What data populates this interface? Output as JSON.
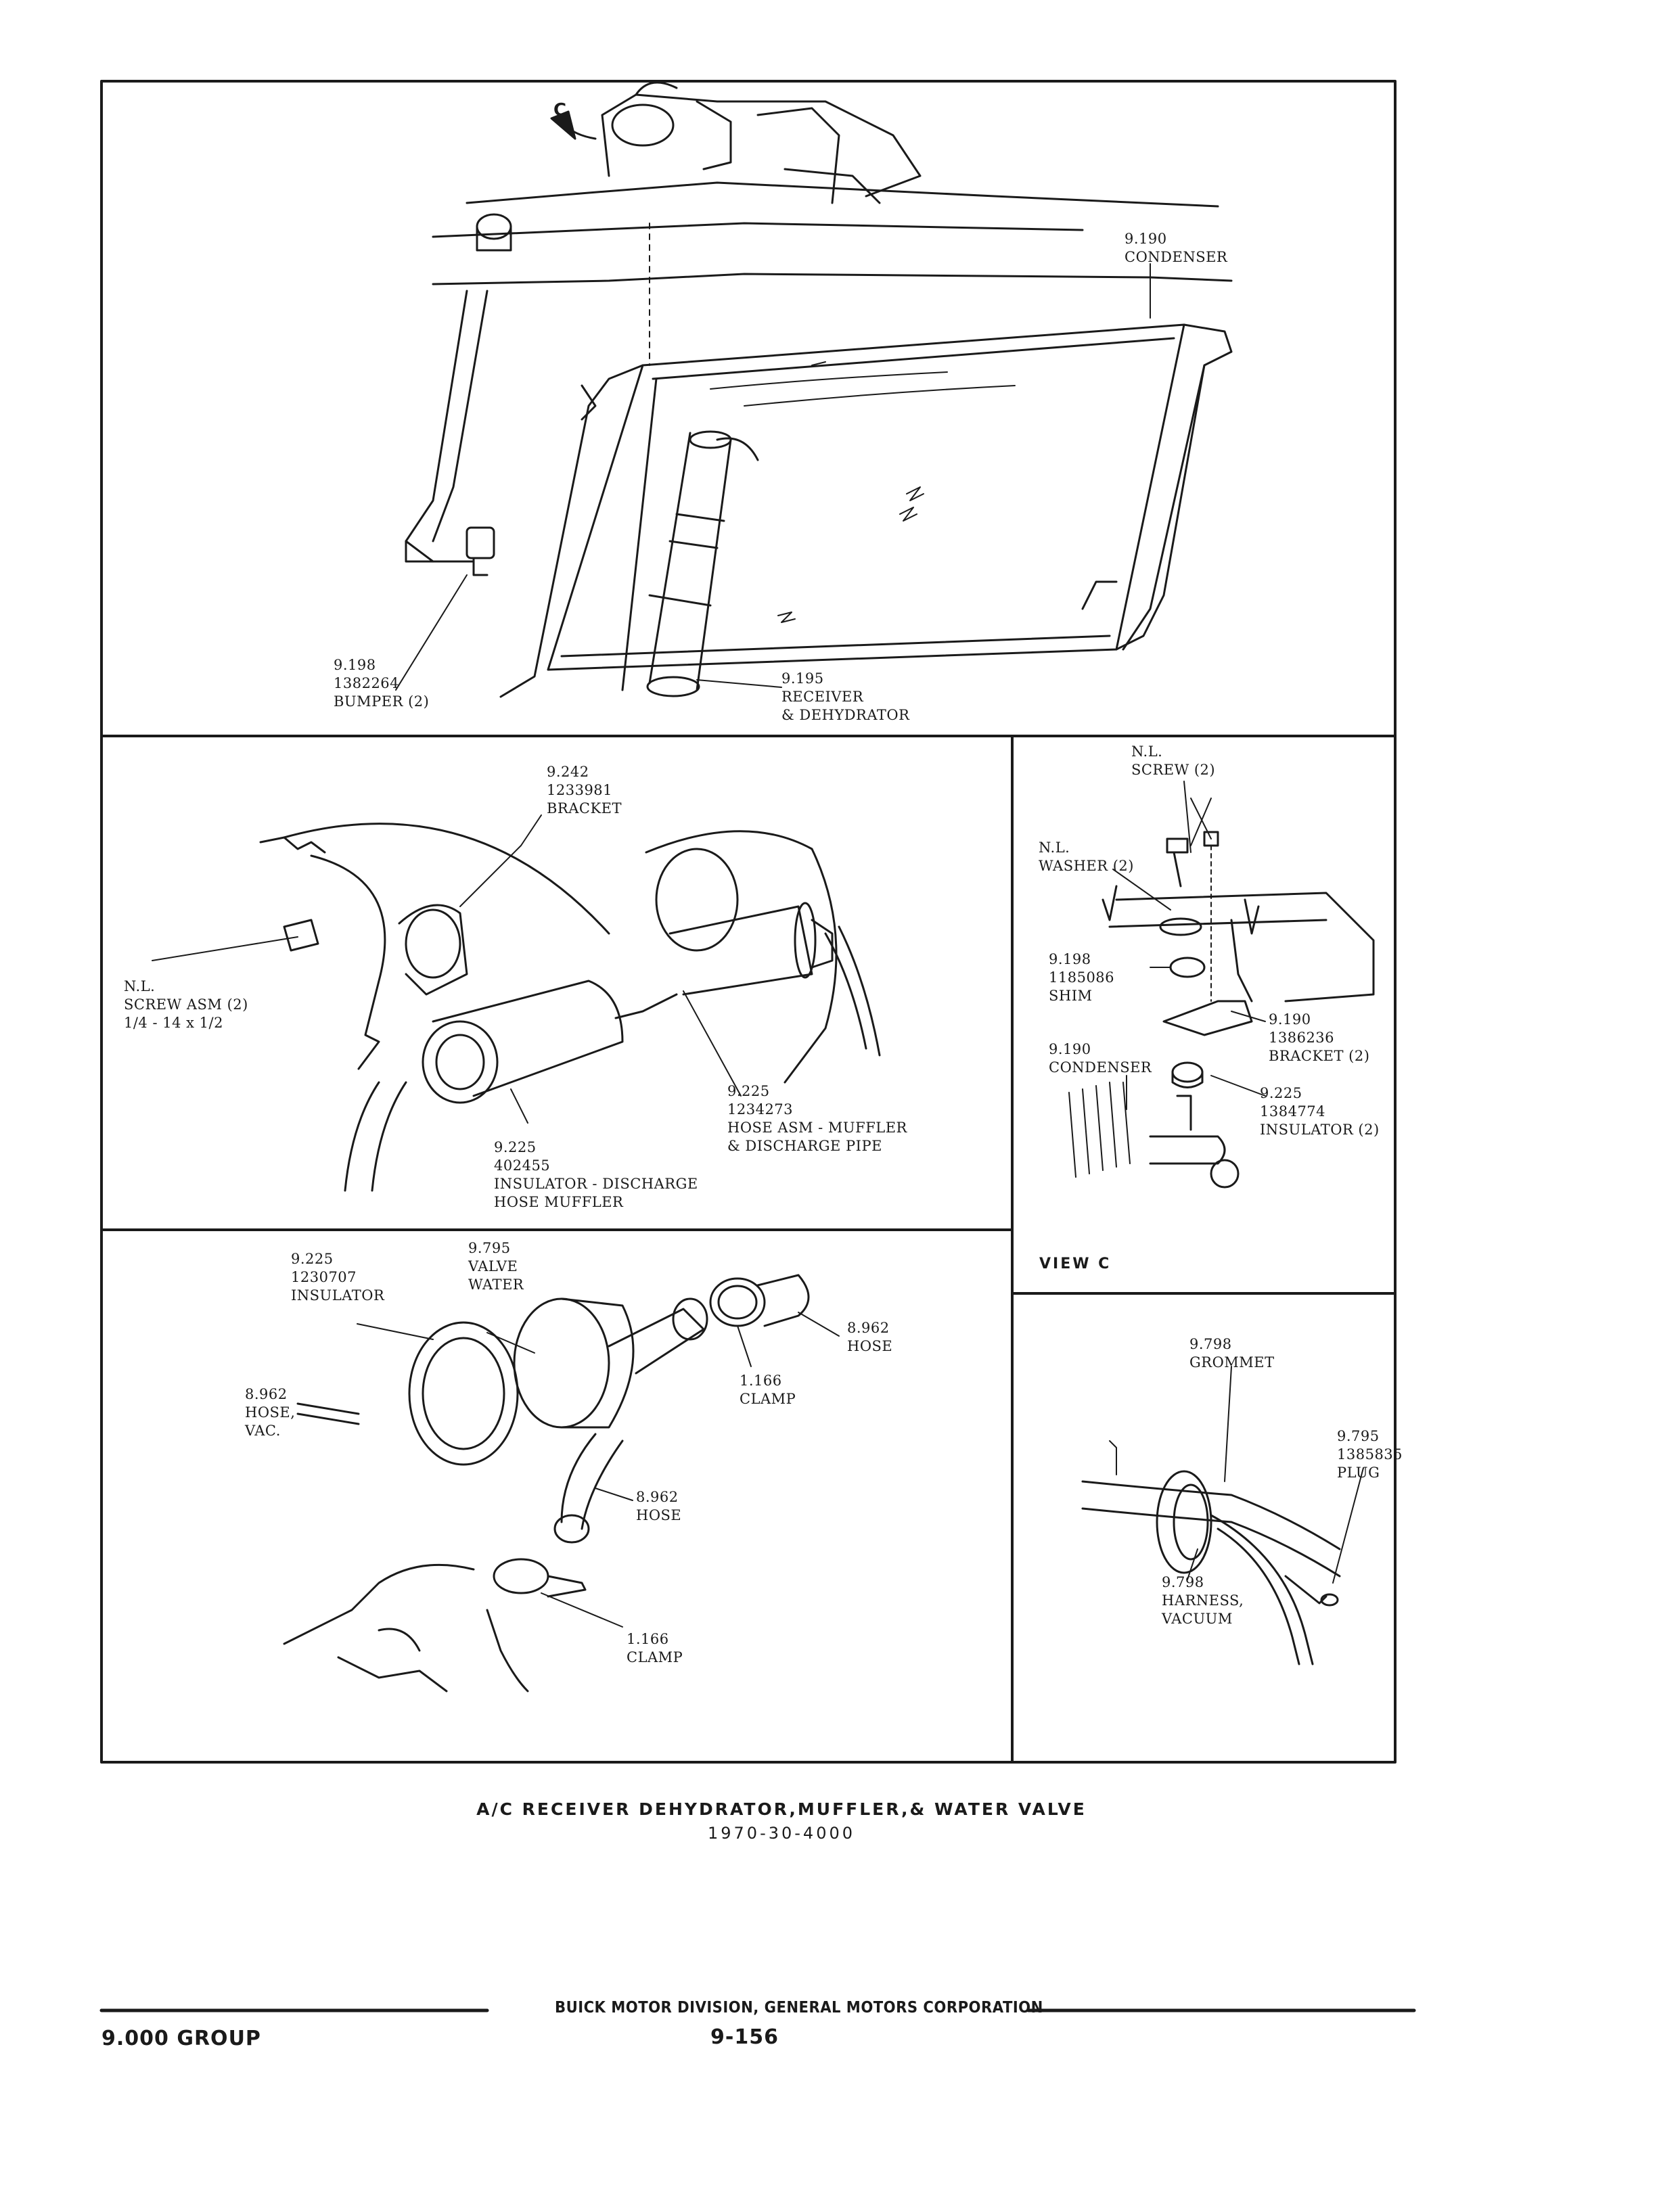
{
  "labels": {
    "condenser_top": {
      "ref": "9.190",
      "name": "CONDENSER"
    },
    "bumper": {
      "ref": "9.198",
      "part": "1382264",
      "name": "BUMPER (2)"
    },
    "receiver": {
      "ref": "9.195",
      "name1": "RECEIVER",
      "name2": "& DEHYDRATOR"
    },
    "bracket_242": {
      "ref": "9.242",
      "part": "1233981",
      "name": "BRACKET"
    },
    "screw_asm": {
      "ref": "N.L.",
      "name": "SCREW ASM (2)",
      "size": "1/4 - 14 x 1/2"
    },
    "hose_asm": {
      "ref": "9.225",
      "part": "1234273",
      "name1": "HOSE ASM - MUFFLER",
      "name2": "& DISCHARGE PIPE"
    },
    "insulator_discharge": {
      "ref": "9.225",
      "part": "402455",
      "name1": "INSULATOR - DISCHARGE",
      "name2": "HOSE MUFFLER"
    },
    "view_c_screw": {
      "ref": "N.L.",
      "name": "SCREW (2)"
    },
    "view_c_washer": {
      "ref": "N.L.",
      "name": "WASHER (2)"
    },
    "view_c_shim": {
      "ref": "9.198",
      "part": "1185086",
      "name": "SHIM"
    },
    "view_c_bracket": {
      "ref": "9.190",
      "part": "1386236",
      "name": "BRACKET (2)"
    },
    "view_c_condenser": {
      "ref": "9.190",
      "name": "CONDENSER"
    },
    "view_c_insulator": {
      "ref": "9.225",
      "part": "1384774",
      "name": "INSULATOR (2)"
    },
    "view_c_title": "VIEW C",
    "insulator_1230707": {
      "ref": "9.225",
      "part": "1230707",
      "name": "INSULATOR"
    },
    "valve_water": {
      "ref": "9.795",
      "name1": "VALVE",
      "name2": "WATER"
    },
    "hose_top": {
      "ref": "8.962",
      "name": "HOSE"
    },
    "clamp_top": {
      "ref": "1.166",
      "name": "CLAMP"
    },
    "hose_vac": {
      "ref": "8.962",
      "name1": "HOSE,",
      "name2": "VAC."
    },
    "hose_mid": {
      "ref": "8.962",
      "name": "HOSE"
    },
    "clamp_bottom": {
      "ref": "1.166",
      "name": "CLAMP"
    },
    "grommet": {
      "ref": "9.798",
      "name": "GROMMET"
    },
    "plug": {
      "ref": "9.795",
      "part": "1385835",
      "name": "PLUG"
    },
    "harness": {
      "ref": "9.798",
      "name1": "HARNESS,",
      "name2": "VACUUM"
    },
    "callout_c": "C"
  },
  "caption": {
    "title": "A/C RECEIVER DEHYDRATOR,MUFFLER,& WATER VALVE",
    "code": "1970-30-4000"
  },
  "footer": {
    "corporation": "BUICK MOTOR DIVISION, GENERAL MOTORS CORPORATION",
    "group": "9.000 GROUP",
    "page": "9-156"
  },
  "colors": {
    "ink": "#1a1a1a",
    "paper": "#ffffff"
  }
}
